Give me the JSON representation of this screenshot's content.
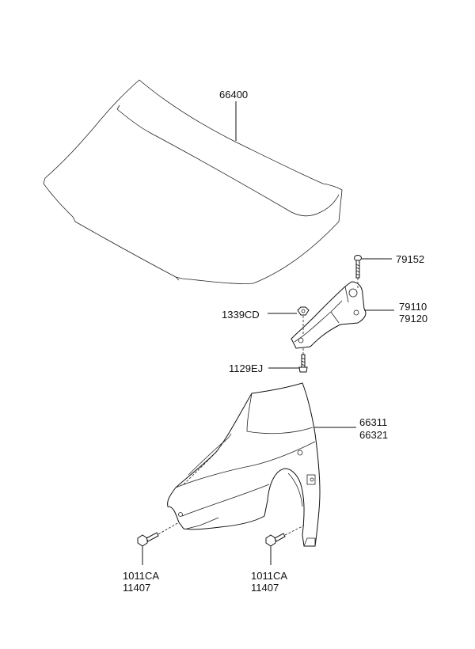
{
  "parts": {
    "hood": "66400",
    "hinge_bolt": "79152",
    "hinge": [
      "79110",
      "79120"
    ],
    "hinge_nut": "1339CD",
    "hinge_screw": "1129EJ",
    "fender": [
      "66311",
      "66321"
    ],
    "fender_bolt_left": [
      "1011CA",
      "11407"
    ],
    "fender_bolt_right": [
      "1011CA",
      "11407"
    ]
  }
}
